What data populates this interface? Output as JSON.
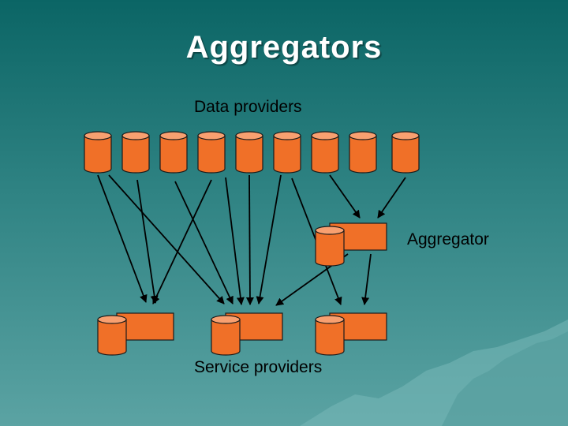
{
  "title": "Aggregators",
  "labels": {
    "data_providers": "Data providers",
    "aggregator": "Aggregator",
    "service_providers": "Service providers"
  },
  "colors": {
    "node_fill": "#f07028",
    "node_top": "#f8a070",
    "stroke": "#1a1a1a",
    "arrow": "#000000",
    "mountain": "#6fb0b0"
  }
}
